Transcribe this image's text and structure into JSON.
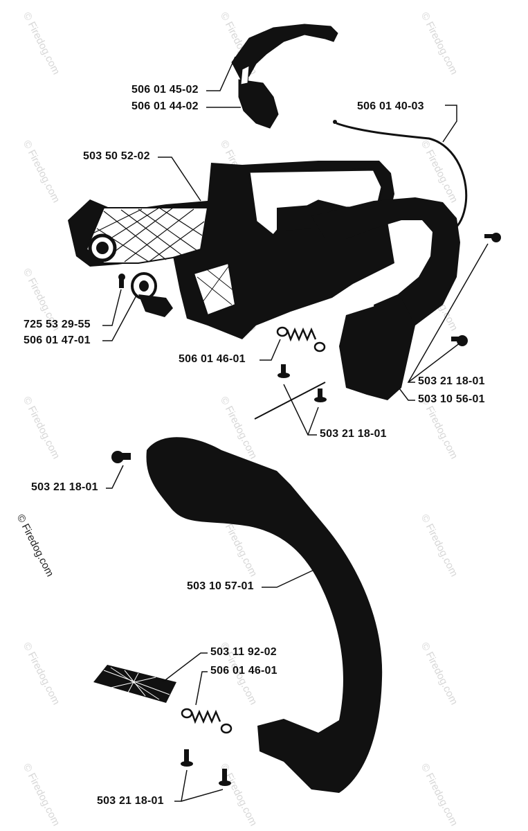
{
  "watermark": {
    "text": "© Firedog.com",
    "color_light": "#d7d7d7",
    "color_strong": "#222222"
  },
  "parts": {
    "p1": "506 01 45-02",
    "p2": "506 01 44-02",
    "p3": "506 01 40-03",
    "p4": "503 50 52-02",
    "p5": "725 53 29-55",
    "p6": "506 01 47-01",
    "p7": "506 01 46-01",
    "p8": "503 21 18-01",
    "p9": "503 10 56-01",
    "p10": "503 21 18-01",
    "p11": "503 21 18-01",
    "p12": "503 10 57-01",
    "p13": "503 11 92-02",
    "p14": "506 01 46-01",
    "p15": "503 21 18-01"
  },
  "colors": {
    "ink": "#111111",
    "paper": "#ffffff"
  }
}
